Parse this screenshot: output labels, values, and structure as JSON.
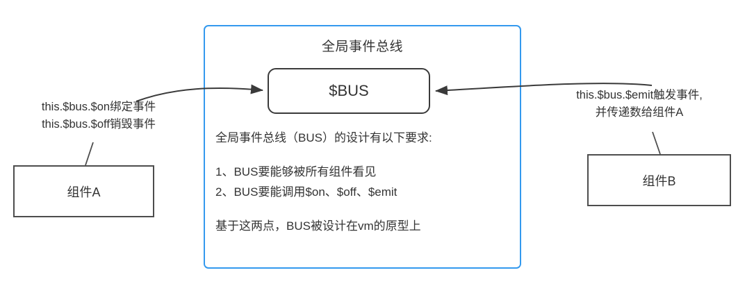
{
  "diagram": {
    "container": {
      "title": "全局事件总线",
      "border_color": "#3399ee"
    },
    "bus_node": {
      "label": "$BUS"
    },
    "requirements": {
      "heading": "全局事件总线（BUS）的设计有以下要求:",
      "items": [
        "1、BUS要能够被所有组件看见",
        "2、BUS要能调用$on、$off、$emit"
      ],
      "conclusion": "基于这两点，BUS被设计在vm的原型上"
    },
    "components": [
      {
        "id": "a",
        "label": "组件A",
        "annotation_lines": [
          "this.$bus.$on绑定事件",
          "this.$bus.$off销毁事件"
        ]
      },
      {
        "id": "b",
        "label": "组件B",
        "annotation_lines": [
          "this.$bus.$emit触发事件,",
          "并传递数给组件A"
        ]
      }
    ],
    "colors": {
      "text": "#333333",
      "box_stroke": "#4d4d4d",
      "accent": "#3399ee",
      "arrow": "#3a3a3a"
    }
  }
}
